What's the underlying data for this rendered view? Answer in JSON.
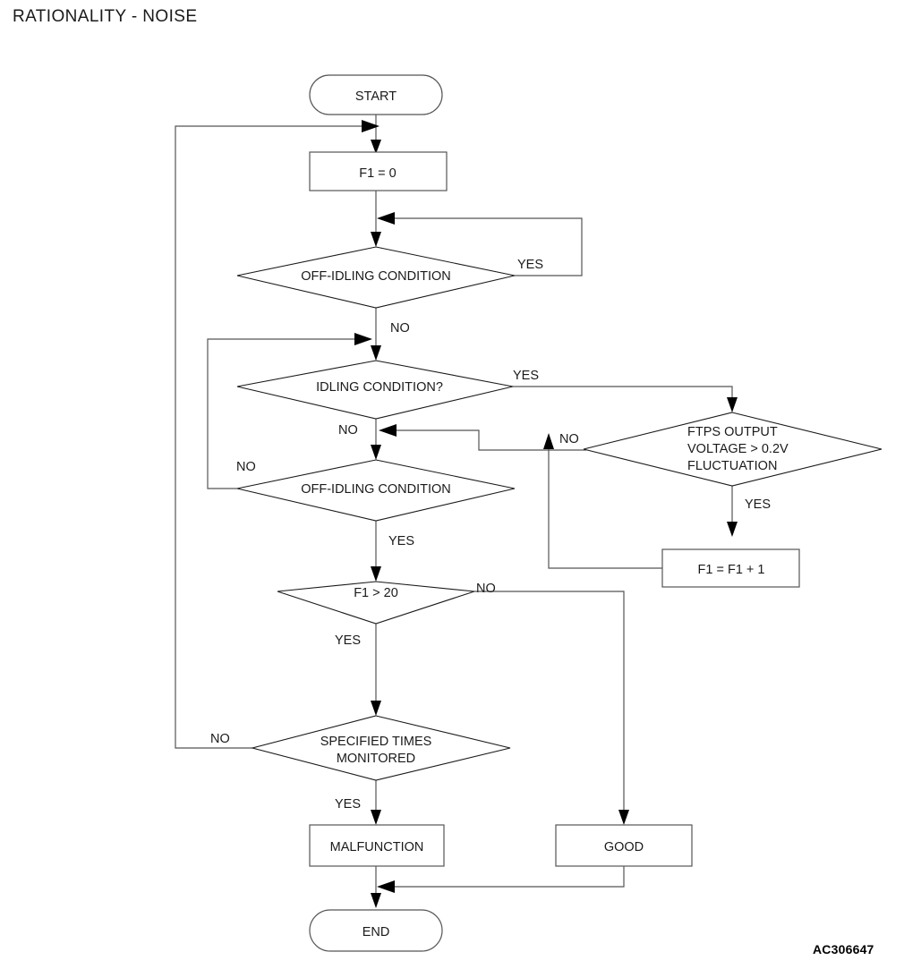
{
  "title": "RATIONALITY - NOISE",
  "reference_code": "AC306647",
  "chart_data": {
    "type": "diagram",
    "diagram_kind": "flowchart",
    "title": "RATIONALITY - NOISE",
    "nodes": [
      {
        "id": "start",
        "shape": "terminator",
        "label": "START",
        "lines": [
          "START"
        ]
      },
      {
        "id": "f1_init",
        "shape": "process",
        "label": "F1 = 0",
        "lines": [
          "F1 = 0"
        ]
      },
      {
        "id": "offidle1",
        "shape": "decision",
        "label": "OFF-IDLING CONDITION",
        "lines": [
          "OFF-IDLING CONDITION"
        ]
      },
      {
        "id": "idling",
        "shape": "decision",
        "label": "IDLING CONDITION?",
        "lines": [
          "IDLING CONDITION?"
        ]
      },
      {
        "id": "ftps",
        "shape": "decision",
        "label": "FTPS OUTPUT VOLTAGE > 0.2V FLUCTUATION",
        "lines": [
          "FTPS OUTPUT",
          "VOLTAGE       > 0.2V",
          "FLUCTUATION"
        ]
      },
      {
        "id": "offidle2",
        "shape": "decision",
        "label": "OFF-IDLING CONDITION",
        "lines": [
          "OFF-IDLING CONDITION"
        ]
      },
      {
        "id": "f1_inc",
        "shape": "process",
        "label": "F1 = F1 + 1",
        "lines": [
          "F1 = F1 + 1"
        ]
      },
      {
        "id": "f1_gt20",
        "shape": "decision",
        "label": "F1 > 20",
        "lines": [
          "F1 > 20"
        ]
      },
      {
        "id": "spec_times",
        "shape": "decision",
        "label": "SPECIFIED TIMES MONITORED",
        "lines": [
          "SPECIFIED TIMES",
          "MONITORED"
        ]
      },
      {
        "id": "malfunction",
        "shape": "process",
        "label": "MALFUNCTION",
        "lines": [
          "MALFUNCTION"
        ]
      },
      {
        "id": "good",
        "shape": "process",
        "label": "GOOD",
        "lines": [
          "GOOD"
        ]
      },
      {
        "id": "end",
        "shape": "terminator",
        "label": "END",
        "lines": [
          "END"
        ]
      }
    ],
    "edges": [
      {
        "from": "start",
        "to": "f1_init",
        "label": ""
      },
      {
        "from": "f1_init",
        "to": "offidle1",
        "label": ""
      },
      {
        "from": "offidle1",
        "to": "offidle1",
        "label": "YES"
      },
      {
        "from": "offidle1",
        "to": "idling",
        "label": "NO"
      },
      {
        "from": "idling",
        "to": "ftps",
        "label": "YES"
      },
      {
        "from": "idling",
        "to": "offidle2",
        "label": "NO"
      },
      {
        "from": "ftps",
        "to": "idling",
        "label": "NO"
      },
      {
        "from": "ftps",
        "to": "f1_inc",
        "label": "YES"
      },
      {
        "from": "f1_inc",
        "to": "idling",
        "label": ""
      },
      {
        "from": "offidle2",
        "to": "idling",
        "label": "NO"
      },
      {
        "from": "offidle2",
        "to": "f1_gt20",
        "label": "YES"
      },
      {
        "from": "f1_gt20",
        "to": "good",
        "label": "NO"
      },
      {
        "from": "f1_gt20",
        "to": "spec_times",
        "label": "YES"
      },
      {
        "from": "spec_times",
        "to": "f1_init",
        "label": "NO"
      },
      {
        "from": "spec_times",
        "to": "malfunction",
        "label": "YES"
      },
      {
        "from": "malfunction",
        "to": "end",
        "label": ""
      },
      {
        "from": "good",
        "to": "end",
        "label": ""
      }
    ],
    "edge_labels": {
      "offidle1_yes": "YES",
      "offidle1_no": "NO",
      "idling_yes": "YES",
      "idling_no": "NO",
      "ftps_no": "NO",
      "ftps_yes": "YES",
      "offidle2_no": "NO",
      "offidle2_yes": "YES",
      "f1gt20_no": "NO",
      "f1gt20_yes": "YES",
      "spec_no": "NO",
      "spec_yes": "YES"
    },
    "colors": {
      "background": "#ffffff",
      "line": "#555555",
      "diamond_line": "#1a1a1a",
      "text": "#1a1a1a",
      "arrow": "#000000"
    }
  }
}
